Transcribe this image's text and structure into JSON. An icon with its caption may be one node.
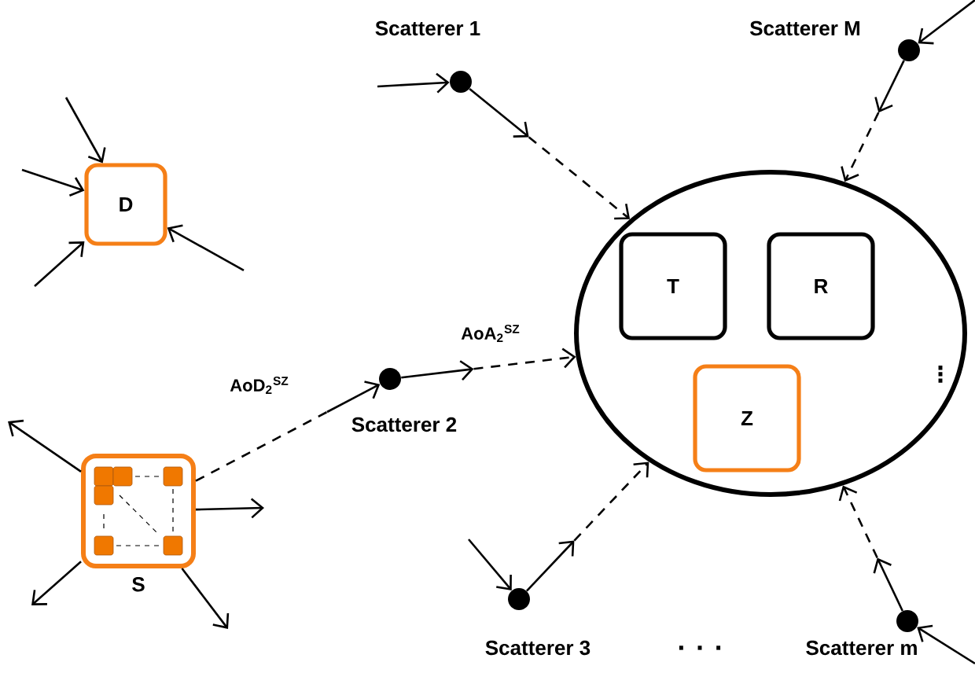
{
  "diagram": {
    "nodes": [
      {
        "text": [
          "D"
        ]
      },
      {
        "text": [
          "S"
        ]
      },
      {
        "text": [],
        "shape": "circle"
      },
      {
        "text": [
          "T"
        ],
        "in": 2
      },
      {
        "text": [
          "R"
        ],
        "in": 2
      },
      {
        "text": [
          "Z"
        ],
        "in": 2
      },
      {
        "text": [],
        "shape": "circle",
        "beside": [
          "Scatterer 1"
        ]
      },
      {
        "text": [],
        "shape": "circle",
        "beside": [
          "Scatterer M"
        ]
      },
      {
        "text": [],
        "shape": "circle",
        "beside": [
          "Scatterer 2"
        ]
      },
      {
        "text": [],
        "shape": "circle",
        "beside": [
          "Scatterer 3"
        ]
      },
      {
        "text": [],
        "shape": "circle",
        "beside": [
          "Scatterer m"
        ]
      }
    ],
    "edges": [
      {
        "from": null,
        "to": 0,
        "arrow": "to"
      },
      {
        "from": null,
        "to": 0,
        "arrow": "to"
      },
      {
        "from": null,
        "to": 0,
        "arrow": "to"
      },
      {
        "from": null,
        "to": 0,
        "arrow": "to"
      },
      {
        "from": 1,
        "to": null,
        "arrow": "to"
      },
      {
        "from": 1,
        "to": null,
        "arrow": "to"
      },
      {
        "from": 1,
        "to": null,
        "arrow": "to"
      },
      {
        "from": 1,
        "to": null,
        "arrow": "to"
      },
      {
        "from": 1,
        "to": 8,
        "arrow": "to",
        "style": "dashed",
        "label": "AoD$_{2}$$^{SZ}$"
      },
      {
        "from": 8,
        "to": 2,
        "arrow": "to",
        "style": "dashed",
        "label": "AoA$_{2}$$^{SZ}$"
      },
      {
        "from": null,
        "to": 6,
        "arrow": "to"
      },
      {
        "from": 6,
        "to": 2,
        "arrow": "to",
        "style": "dashed"
      },
      {
        "from": null,
        "to": 7,
        "arrow": "to"
      },
      {
        "from": 7,
        "to": 2,
        "arrow": "to",
        "style": "dashed"
      },
      {
        "from": null,
        "to": 9,
        "arrow": "to"
      },
      {
        "from": 9,
        "to": 2,
        "arrow": "to",
        "style": "dashed"
      },
      {
        "from": null,
        "to": 10,
        "arrow": "to"
      },
      {
        "from": 10,
        "to": 2,
        "arrow": "to",
        "style": "dashed"
      }
    ],
    "labels": [
      "⋮",
      ". . ."
    ]
  }
}
